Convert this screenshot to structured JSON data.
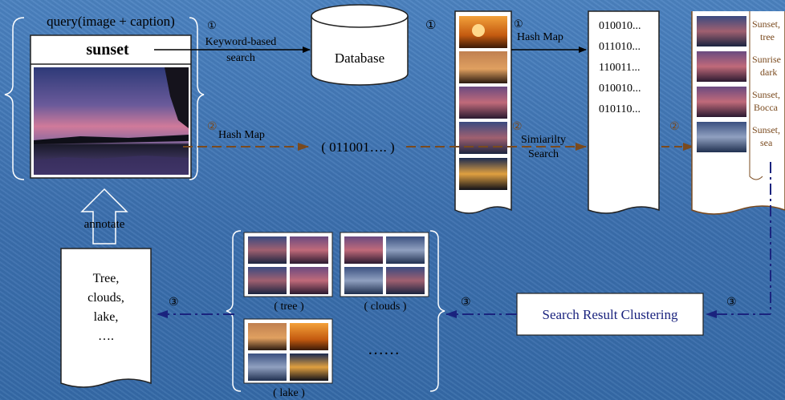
{
  "colors": {
    "background": "#3d74b4",
    "panel": "#ffffff",
    "step1_line": "#000000",
    "step2_line": "#7a4a1e",
    "step3_line": "#1a237e"
  },
  "query": {
    "header": "query(image + caption)",
    "caption_text": "sunset",
    "step_marker": "①"
  },
  "step1": {
    "marker": "①",
    "arrow_label_line1": "Keyword-based",
    "arrow_label_line2": "search",
    "db_label": "Database",
    "hash_map_label": "Hash Map"
  },
  "step2": {
    "marker": "②",
    "hash_map_label": "Hash Map",
    "code": "( 011001…. )",
    "similarity_line1": "Simiarilty",
    "similarity_line2": "Search"
  },
  "hash_codes": [
    "010010...",
    "011010...",
    "110011...",
    "010010...",
    "010110..."
  ],
  "results": [
    {
      "line1": "Sunset,",
      "line2": "tree"
    },
    {
      "line1": "Sunrise",
      "line2": "dark"
    },
    {
      "line1": "Sunset,",
      "line2": "Bocca"
    },
    {
      "line1": "Sunset,",
      "line2": "sea"
    }
  ],
  "step3": {
    "marker": "③",
    "cluster_label": "Search Result Clustering",
    "clusters": [
      "( tree )",
      "( clouds )",
      "( lake )"
    ],
    "ellipsis": "……",
    "annotate_label": "annotate",
    "annotation_words": [
      "Tree,",
      "clouds,",
      "lake,",
      "…."
    ]
  }
}
